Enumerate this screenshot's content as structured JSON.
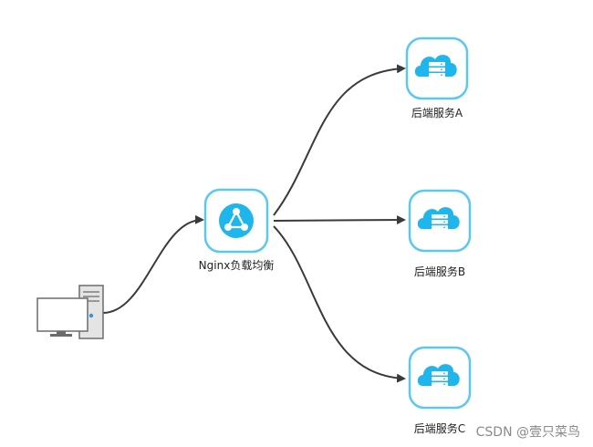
{
  "nodes": {
    "client": {
      "icon": "client-computer-icon"
    },
    "nginx": {
      "label": "Nginx负载均衡",
      "icon": "load-balancer-icon"
    },
    "backend_a": {
      "label": "后端服务A",
      "icon": "cloud-server-icon"
    },
    "backend_b": {
      "label": "后端服务B",
      "icon": "cloud-server-icon"
    },
    "backend_c": {
      "label": "后端服务C",
      "icon": "cloud-server-icon"
    }
  },
  "edges": [
    {
      "from": "client",
      "to": "nginx"
    },
    {
      "from": "nginx",
      "to": "backend_a"
    },
    {
      "from": "nginx",
      "to": "backend_b"
    },
    {
      "from": "nginx",
      "to": "backend_c"
    }
  ],
  "watermark": "CSDN @壹只菜鸟",
  "colors": {
    "node_border": "#5bc8ef",
    "node_fill": "#ffffff",
    "icon_fill": "#1fb6ec",
    "edge": "#3a3a3a",
    "computer_body": "#ffffff",
    "computer_stroke": "#6b6b6b",
    "tower_fill": "#e4e4e4"
  }
}
